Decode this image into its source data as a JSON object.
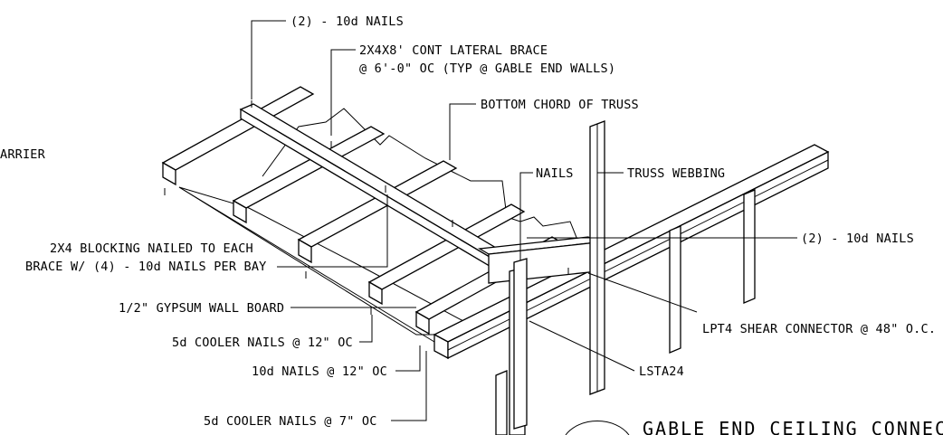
{
  "labels": {
    "nails_10d_top": "(2) - 10d NAILS",
    "lateral_brace_l1": "2X4X8' CONT LATERAL BRACE",
    "lateral_brace_l2": "@ 6'-0\" OC (TYP @ GABLE END WALLS)",
    "bottom_chord": "BOTTOM CHORD OF TRUSS",
    "barrier_partial": "ARRIER",
    "nails": "NAILS",
    "truss_webbing": "TRUSS WEBBING",
    "blocking_l1": "2X4 BLOCKING NAILED TO EACH",
    "blocking_l2": "BRACE W/ (4) - 10d NAILS PER BAY",
    "nails_10d_right": "(2) - 10d NAILS",
    "gypsum": "1/2\" GYPSUM WALL BOARD",
    "lpt4": "LPT4 SHEAR CONNECTOR @ 48\" O.C.",
    "cooler_12": "5d COOLER NAILS @ 12\" OC",
    "nails_10d_12": "10d NAILS @ 12\" OC",
    "lsta24": "LSTA24",
    "cooler_7": "5d COOLER NAILS @ 7\" OC",
    "title_partial": "GABLE END CEILING CONNECTIO"
  }
}
